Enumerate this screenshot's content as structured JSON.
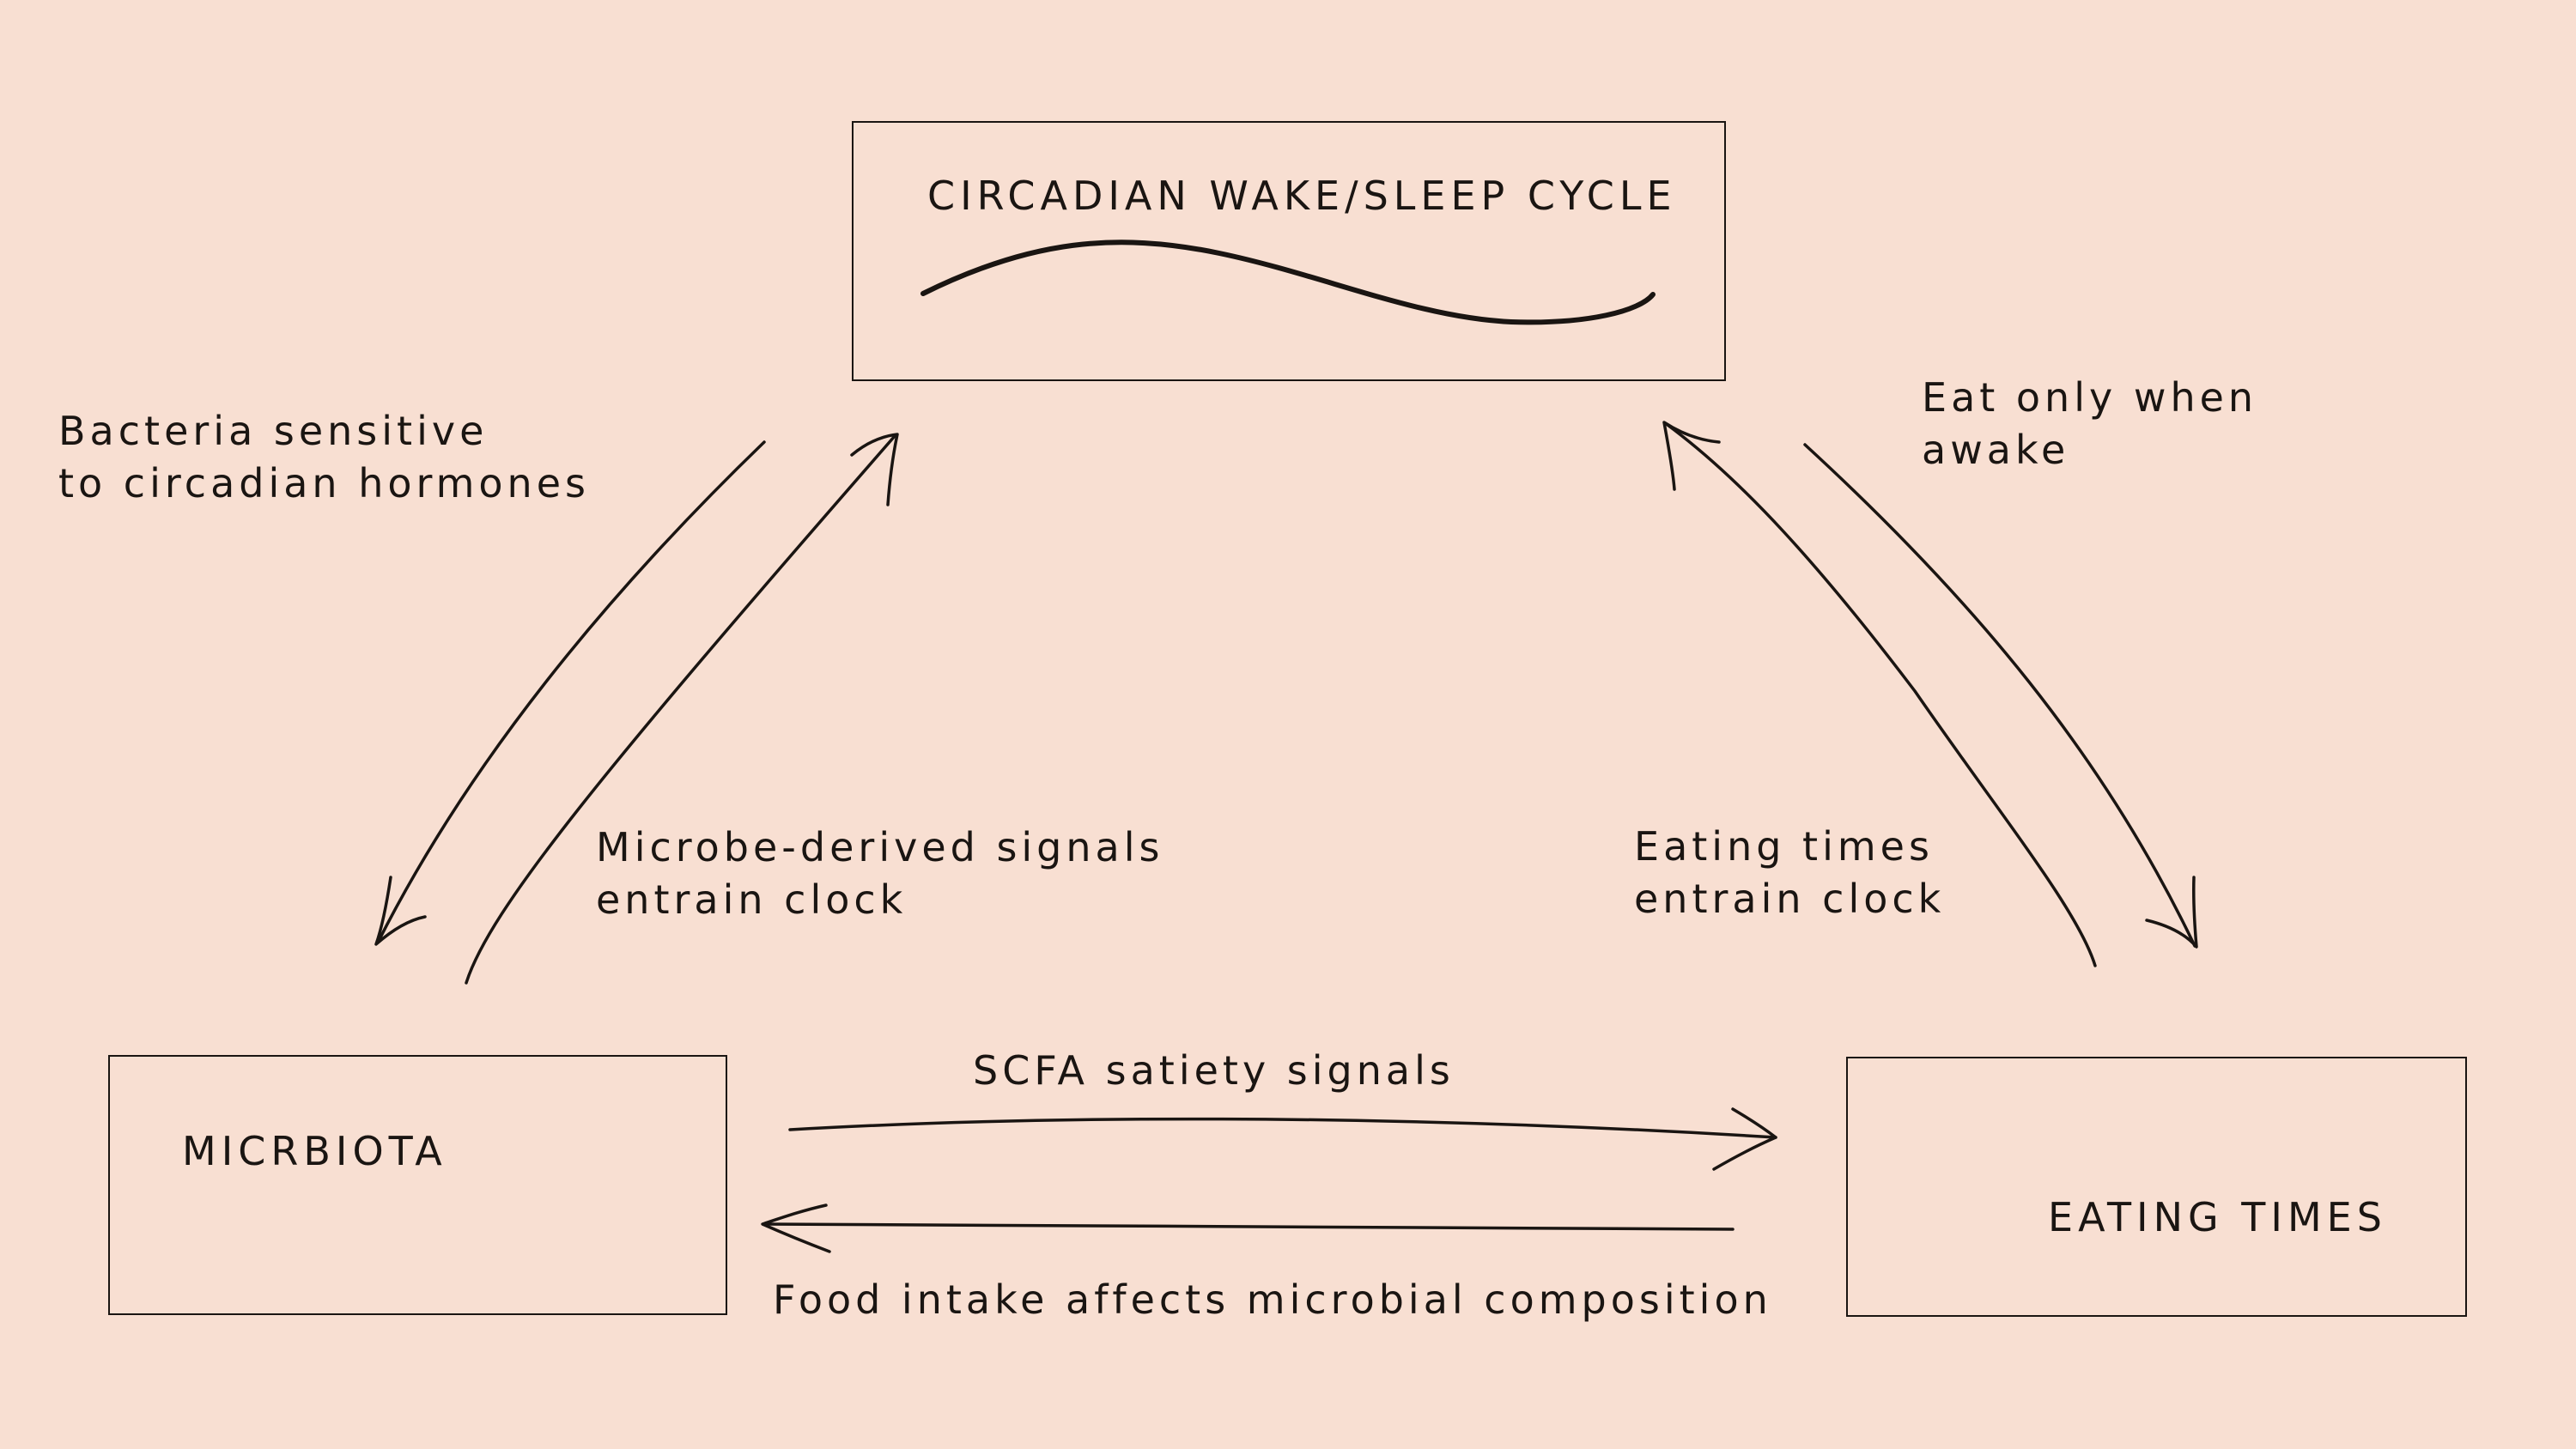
{
  "nodes": {
    "circadian": {
      "title": "CIRCADIAN WAKE/SLEEP CYCLE"
    },
    "microbiota": {
      "title": "MICRBIOTA"
    },
    "eating": {
      "title": "EATING TIMES"
    }
  },
  "edges": {
    "circadian_to_microbiota": [
      "Bacteria sensitive",
      "to circadian hormones"
    ],
    "microbiota_to_circadian": [
      "Microbe-derived signals",
      "entrain clock"
    ],
    "circadian_to_eating": [
      "Eat only when",
      "awake"
    ],
    "eating_to_circadian": [
      "Eating times",
      "entrain clock"
    ],
    "microbiota_to_eating": [
      "SCFA satiety signals"
    ],
    "eating_to_microbiota": [
      "Food intake affects microbial composition"
    ]
  },
  "colors": {
    "background": "#f8dfd2",
    "ink": "#1a1512"
  }
}
